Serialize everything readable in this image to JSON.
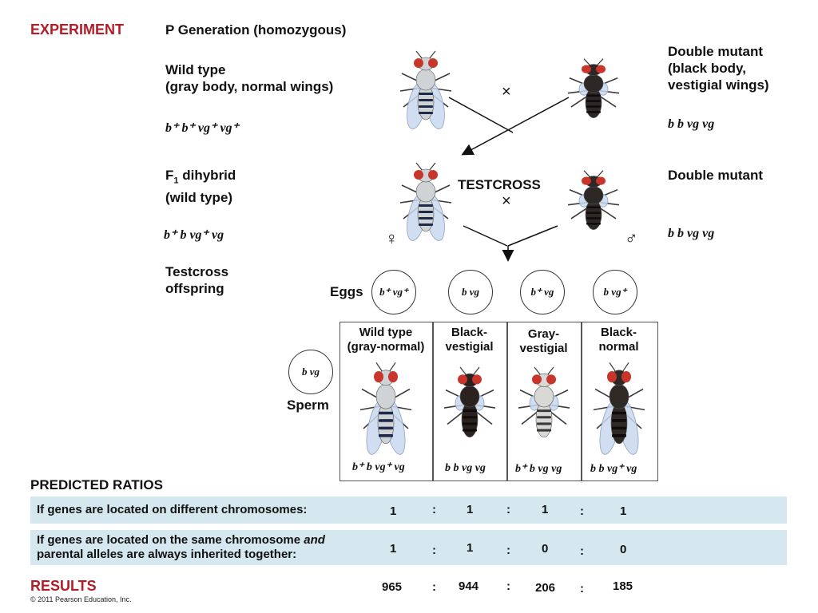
{
  "header": {
    "experiment": "EXPERIMENT",
    "p_generation": "P Generation (homozygous)"
  },
  "parents": {
    "wild_type_line1": "Wild type",
    "wild_type_line2": "(gray body, normal wings)",
    "wild_type_genotype": "b⁺ b⁺ vg⁺ vg⁺",
    "double_mutant_line1": "Double mutant",
    "double_mutant_line2": "(black body,",
    "double_mutant_line3": "vestigial wings)",
    "double_mutant_genotype": "b b vg vg",
    "cross_symbol": "×"
  },
  "f1": {
    "dihybrid_line1": "F",
    "dihybrid_sub": "1",
    "dihybrid_line1_rest": " dihybrid",
    "dihybrid_line2": "(wild type)",
    "genotype": "b⁺ b vg⁺ vg",
    "testcross": "TESTCROSS",
    "cross_symbol": "×",
    "double_mutant": "Double mutant",
    "double_mutant_genotype": "b b vg vg",
    "female_symbol": "♀",
    "male_symbol": "♂"
  },
  "offspring": {
    "title_line1": "Testcross",
    "title_line2": "offspring",
    "eggs_label": "Eggs",
    "sperm_label": "Sperm",
    "sperm_genotype": "b vg",
    "eggs": [
      "b⁺ vg⁺",
      "b vg",
      "b⁺ vg",
      "b vg⁺"
    ],
    "columns": [
      {
        "title_line1": "Wild type",
        "title_line2": "(gray-normal)",
        "genotype": "b⁺ b vg⁺ vg",
        "body": "#cfd3d6",
        "stripe": "#1d2a4a",
        "wings": "normal"
      },
      {
        "title_line1": "Black-",
        "title_line2": "vestigial",
        "genotype": "b b vg vg",
        "body": "#2b2220",
        "stripe": "#0e0b0a",
        "wings": "vestigial"
      },
      {
        "title_line1": "Gray-",
        "title_line2": "vestigial",
        "genotype": "b⁺ b vg vg",
        "body": "#d8d8d4",
        "stripe": "#3a3a3a",
        "wings": "vestigial"
      },
      {
        "title_line1": "Black-",
        "title_line2": "normal",
        "genotype": "b b vg⁺ vg",
        "body": "#2f2926",
        "stripe": "#0e0b0a",
        "wings": "normal"
      }
    ]
  },
  "predicted": {
    "title": "PREDICTED RATIOS",
    "row1_text": "If genes are located on different chromosomes:",
    "row1_values": [
      "1",
      "1",
      "1",
      "1"
    ],
    "row2_text_a": "If genes are located on the same chromosome ",
    "row2_text_and": "and",
    "row2_text_b": "parental alleles are always inherited together:",
    "row2_values": [
      "1",
      "1",
      "0",
      "0"
    ],
    "separator": ":"
  },
  "results": {
    "title": "RESULTS",
    "values": [
      "965",
      "944",
      "206",
      "185"
    ],
    "copyright": "© 2011 Pearson Education, Inc."
  },
  "colors": {
    "red": "#b21d28",
    "band": "#d6e8ef"
  }
}
